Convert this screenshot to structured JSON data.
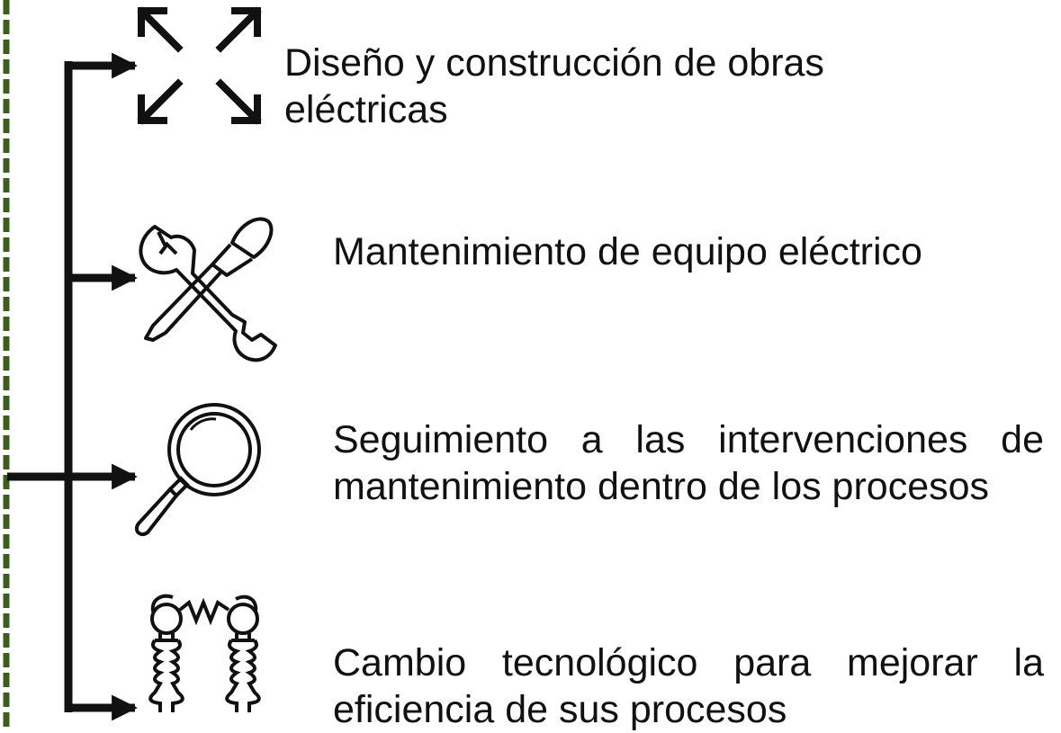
{
  "colors": {
    "stroke": "#111111",
    "side_border": "#3d5c1f"
  },
  "items": [
    {
      "icon": "expand-arrows-icon",
      "text": "Diseño y construcción de obras eléctricas"
    },
    {
      "icon": "wrench-screwdriver-icon",
      "text": "Mantenimiento de equipo eléctrico"
    },
    {
      "icon": "magnifying-glass-icon",
      "text": "Seguimiento a las intervenciones de mantenimiento dentro de los procesos"
    },
    {
      "icon": "insulators-icon",
      "text": "Cambio tecnológico para mejorar la eficiencia de sus procesos"
    }
  ]
}
